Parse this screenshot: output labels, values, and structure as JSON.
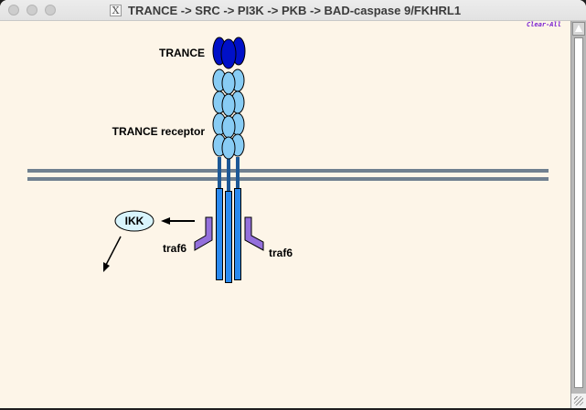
{
  "window": {
    "title": "TRANCE -> SRC -> PI3K -> PKB -> BAD-caspase 9/FKHRL1",
    "app_icon": "x11-icon"
  },
  "toolbar": {
    "clear_all_label": "Clear-All"
  },
  "diagram": {
    "labels": {
      "ligand": "TRANCE",
      "receptor": "TRANCE receptor",
      "ikk": "IKK",
      "traf6_left": "traf6",
      "traf6_right": "traf6"
    },
    "colors": {
      "background": "#fdf5e8",
      "ligand": "#0010c8",
      "receptor_domain": "#88ccf4",
      "transmembrane": "#1c5896",
      "cytoplasmic_domain": "#2a8af0",
      "traf6": "#9470dc",
      "membrane": "#708090",
      "ikk_fill": "#d8f4fc"
    },
    "edges": [
      {
        "from": "traf6",
        "to": "IKK"
      },
      {
        "from": "IKK",
        "to": "downstream"
      }
    ]
  }
}
